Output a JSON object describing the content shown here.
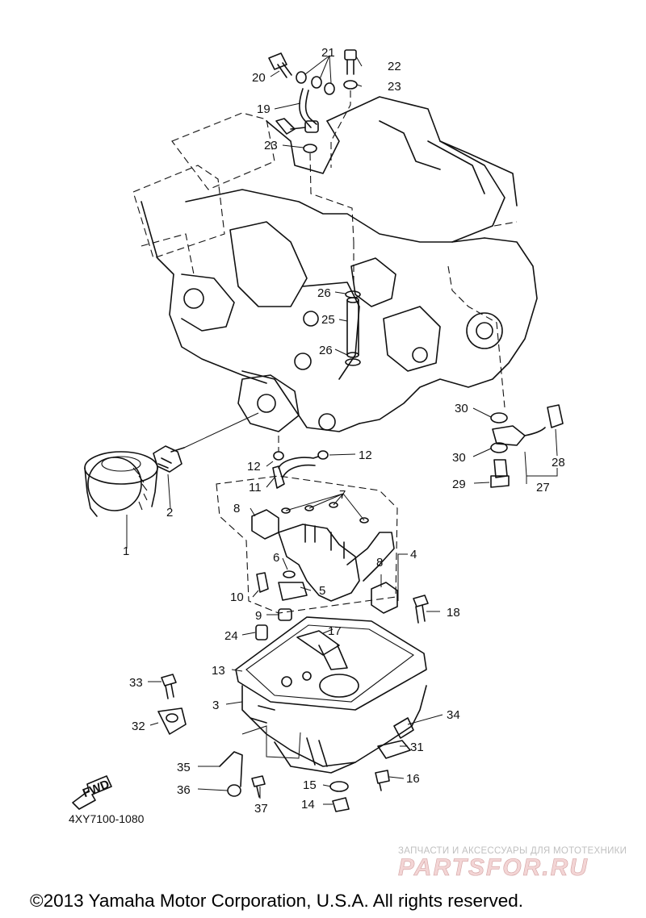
{
  "diagram_code": "4XY7100-1080",
  "fwd_label": "FWD",
  "watermark": {
    "tagline": "ЗАПЧАСТИ И АКСЕССУАРЫ ДЛЯ МОТОТЕХНИКИ",
    "brand": "PARTSFOR.RU"
  },
  "copyright": "©2013 Yamaha Motor Corporation, U.S.A. All rights reserved.",
  "callouts": [
    "1",
    "2",
    "3",
    "4",
    "5",
    "6",
    "7",
    "8",
    "8",
    "9",
    "10",
    "11",
    "12",
    "12",
    "13",
    "14",
    "15",
    "16",
    "17",
    "18",
    "19",
    "20",
    "21",
    "22",
    "23",
    "23",
    "24",
    "25",
    "26",
    "26",
    "27",
    "28",
    "29",
    "30",
    "30",
    "31",
    "32",
    "33",
    "34",
    "35",
    "36",
    "37"
  ]
}
